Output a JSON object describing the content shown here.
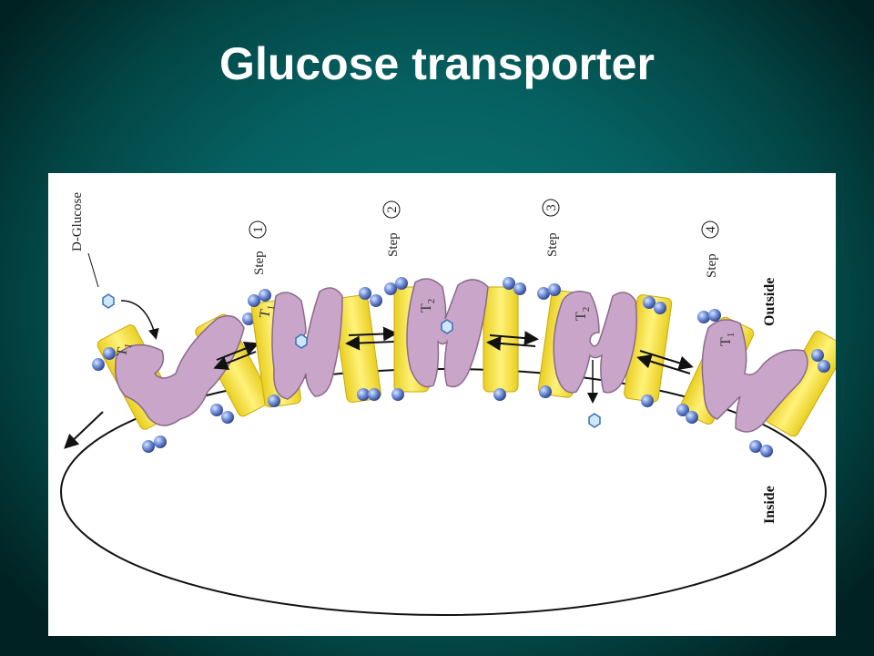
{
  "slide": {
    "title": "Glucose transporter",
    "accent_color": "#066262",
    "lipid_color": "#f2df3a",
    "protein_color": "#c9a6c9",
    "headgroup_color": "#5a78c8"
  },
  "diagram": {
    "glucose_label": "D-Glucose",
    "steps": [
      {
        "label": "Step",
        "number": "1"
      },
      {
        "label": "Step",
        "number": "2"
      },
      {
        "label": "Step",
        "number": "3"
      },
      {
        "label": "Step",
        "number": "4"
      }
    ],
    "transporter_states": [
      {
        "letter": "T",
        "sub": "1"
      },
      {
        "letter": "T",
        "sub": "1"
      },
      {
        "letter": "T",
        "sub": "2"
      },
      {
        "letter": "T",
        "sub": "2"
      },
      {
        "letter": "T",
        "sub": "1"
      }
    ],
    "outside_label": "Outside",
    "inside_label": "Inside"
  }
}
